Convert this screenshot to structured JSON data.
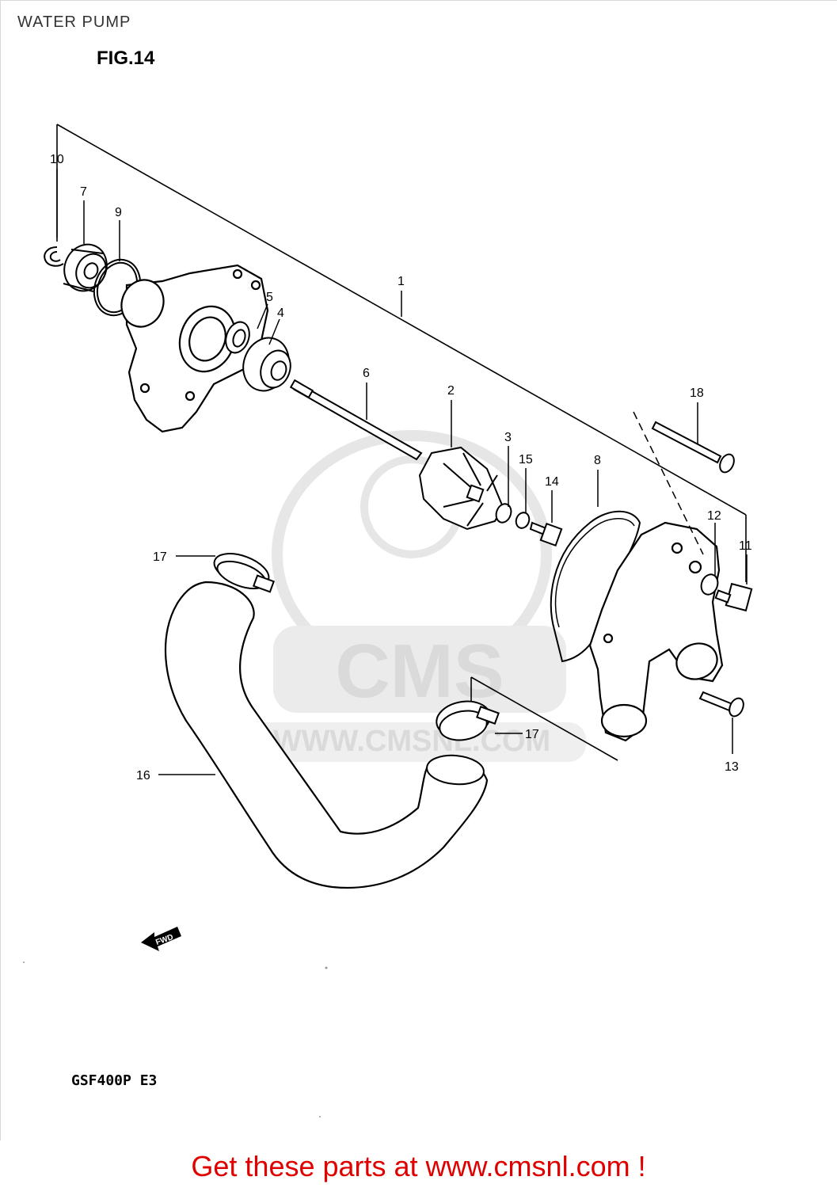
{
  "header": {
    "title": "WATER PUMP",
    "figure": "FIG.14"
  },
  "watermark": {
    "brand": "CMS",
    "url": "WWW.CMSNL.COM"
  },
  "fwd_arrow": "FWD",
  "callouts": [
    {
      "id": "c10",
      "label": "10"
    },
    {
      "id": "c7",
      "label": "7"
    },
    {
      "id": "c9",
      "label": "9"
    },
    {
      "id": "c1",
      "label": "1"
    },
    {
      "id": "c5",
      "label": "5"
    },
    {
      "id": "c4",
      "label": "4"
    },
    {
      "id": "c6",
      "label": "6"
    },
    {
      "id": "c2",
      "label": "2"
    },
    {
      "id": "c3",
      "label": "3"
    },
    {
      "id": "c15",
      "label": "15"
    },
    {
      "id": "c14",
      "label": "14"
    },
    {
      "id": "c8",
      "label": "8"
    },
    {
      "id": "c18",
      "label": "18"
    },
    {
      "id": "c12",
      "label": "12"
    },
    {
      "id": "c11",
      "label": "11"
    },
    {
      "id": "c17a",
      "label": "17"
    },
    {
      "id": "c17b",
      "label": "17"
    },
    {
      "id": "c16",
      "label": "16"
    },
    {
      "id": "c13",
      "label": "13"
    }
  ],
  "footer": {
    "model": "GSF400P E3",
    "promo": "Get these parts at www.cmsnl.com !"
  },
  "colors": {
    "promo": "#e00000",
    "ink": "#000000",
    "watermark": "#e4e4e4"
  }
}
